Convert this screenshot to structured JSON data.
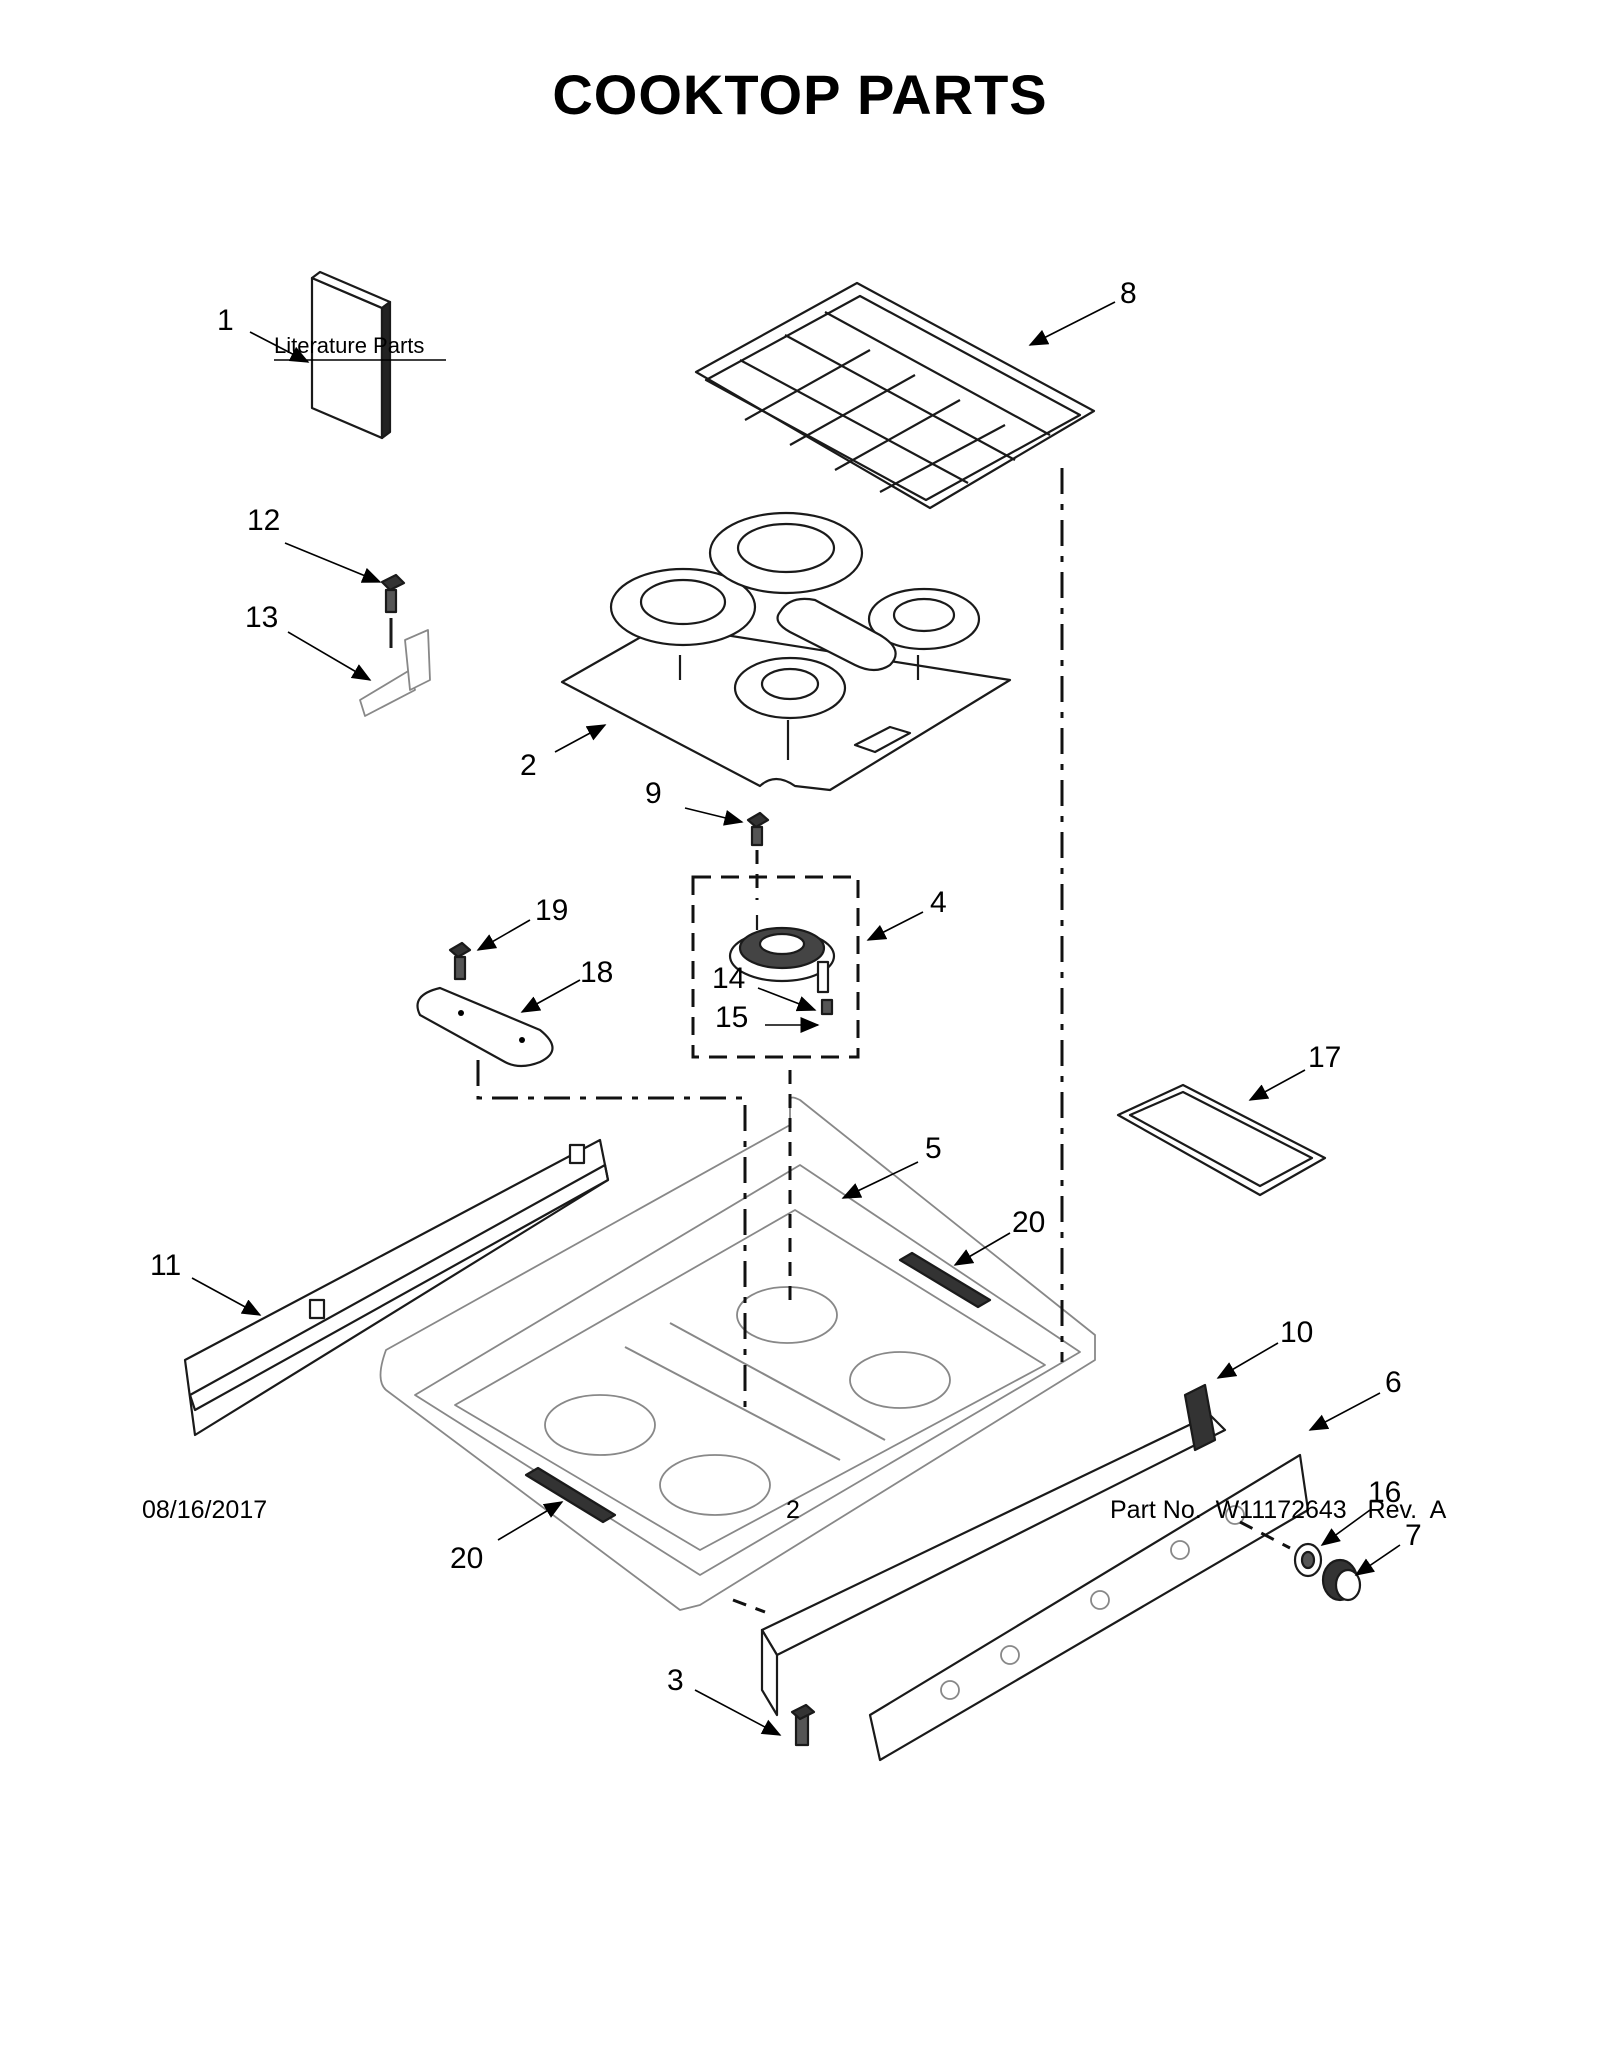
{
  "page": {
    "title": "COOKTOP PARTS",
    "literature_label": "Literature Parts",
    "footer": {
      "date": "08/16/2017",
      "page_number": "2",
      "part_number": "Part No.  W11172643   Rev.  A"
    }
  },
  "callouts": [
    "1",
    "2",
    "3",
    "4",
    "5",
    "6",
    "7",
    "8",
    "9",
    "10",
    "11",
    "12",
    "13",
    "14",
    "15",
    "16",
    "17",
    "18",
    "19",
    "20",
    "20"
  ]
}
